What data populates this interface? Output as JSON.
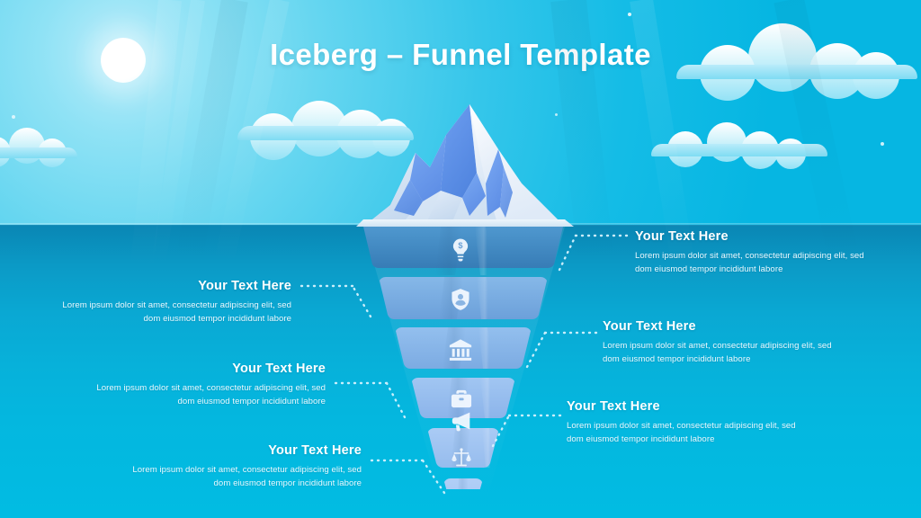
{
  "title": "Iceberg – Funnel Template",
  "colors": {
    "sky": "#06b6e2",
    "sky_glow": "#b9ecfa",
    "water_top": "#0a86b4",
    "water_bottom": "#01bce3",
    "sun": "#ffffff",
    "cloud_light": "#ffffff",
    "cloud_dark": "#7fdcf3",
    "berg_light": "#e8f2fb",
    "berg_mid": "#d3e4f5",
    "berg_accent": "#6d9ef0",
    "berg_accent_dark": "#5a8ce8",
    "heading": "#ffffff",
    "body": "#eaf9ff",
    "connector": "#d9f4ff"
  },
  "funnel": {
    "segments": [
      {
        "id": "segment-1",
        "icon": "lightbulb-dollar-icon",
        "fill_top": "#4a93cc",
        "fill_bottom": "#3a7fb8"
      },
      {
        "id": "segment-2",
        "icon": "shield-person-icon",
        "fill_top": "#7fb2e4",
        "fill_bottom": "#6fa4dc"
      },
      {
        "id": "segment-3",
        "icon": "bank-building-icon",
        "fill_top": "#8dbaea",
        "fill_bottom": "#7fade3"
      },
      {
        "id": "segment-4",
        "icon": "briefcase-icon",
        "fill_top": "#9cc0f0",
        "fill_bottom": "#8eb6ea"
      },
      {
        "id": "segment-5",
        "icon": "megaphone-icon",
        "fill_top": "#a6c6f3",
        "fill_bottom": "#99bdee"
      },
      {
        "id": "segment-6",
        "icon": "scales-justice-icon",
        "fill_top": "#adcaf5",
        "fill_bottom": "#a0c2f1"
      }
    ]
  },
  "callouts": [
    {
      "id": "callout-1",
      "side": "right",
      "heading": "Your Text Here",
      "body": "Lorem ipsum dolor sit amet, consectetur adipiscing elit, sed dom eiusmod tempor incididunt  labore"
    },
    {
      "id": "callout-2",
      "side": "left",
      "heading": "Your Text Here",
      "body": "Lorem ipsum dolor sit amet, consectetur adipiscing elit, sed dom eiusmod tempor incididunt  labore"
    },
    {
      "id": "callout-3",
      "side": "right",
      "heading": "Your Text Here",
      "body": "Lorem ipsum dolor sit amet, consectetur adipiscing elit, sed dom eiusmod tempor incididunt  labore"
    },
    {
      "id": "callout-4",
      "side": "left",
      "heading": "Your Text Here",
      "body": "Lorem ipsum dolor sit amet, consectetur adipiscing elit, sed dom eiusmod tempor incididunt  labore"
    },
    {
      "id": "callout-5",
      "side": "right",
      "heading": "Your Text Here",
      "body": "Lorem ipsum dolor sit amet, consectetur adipiscing elit, sed dom eiusmod tempor incididunt  labore"
    },
    {
      "id": "callout-6",
      "side": "left",
      "heading": "Your Text Here",
      "body": "Lorem ipsum dolor sit amet, consectetur adipiscing elit, sed dom eiusmod tempor incididunt  labore"
    }
  ]
}
